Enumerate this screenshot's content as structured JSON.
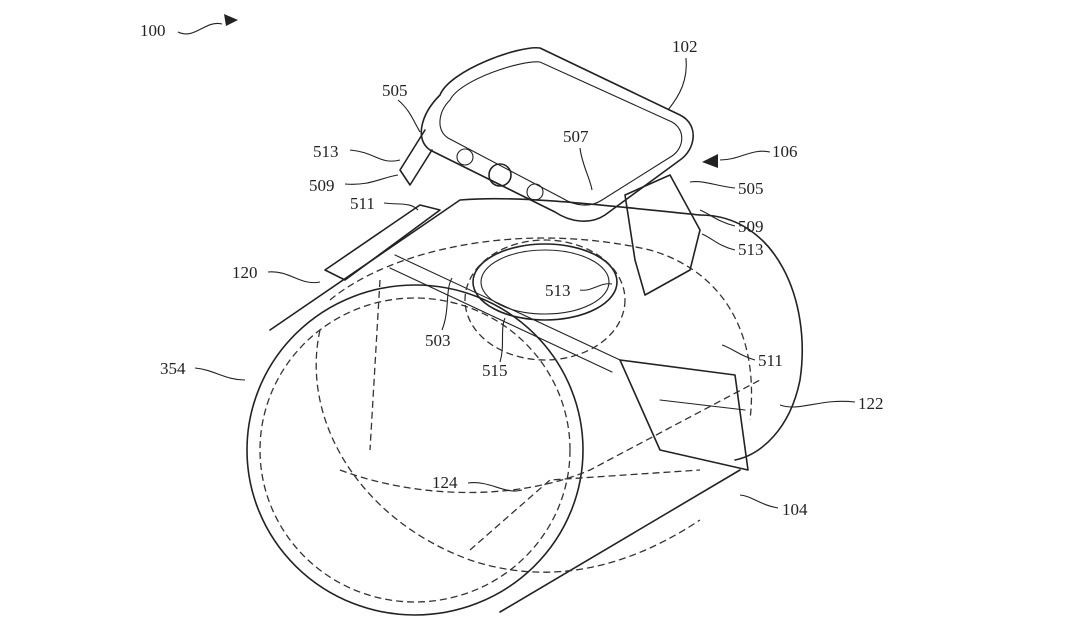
{
  "labels": {
    "l100": "100",
    "l102": "102",
    "l106": "106",
    "l505a": "505",
    "l513a": "513",
    "l509a": "509",
    "l511a": "511",
    "l507": "507",
    "l505b": "505",
    "l509b": "509",
    "l513b": "513",
    "l120": "120",
    "l513c": "513",
    "l503": "503",
    "l515": "515",
    "l354": "354",
    "l511b": "511",
    "l122": "122",
    "l124": "124",
    "l104": "104"
  },
  "colors": {
    "line": "#222222",
    "background": "#ffffff"
  }
}
